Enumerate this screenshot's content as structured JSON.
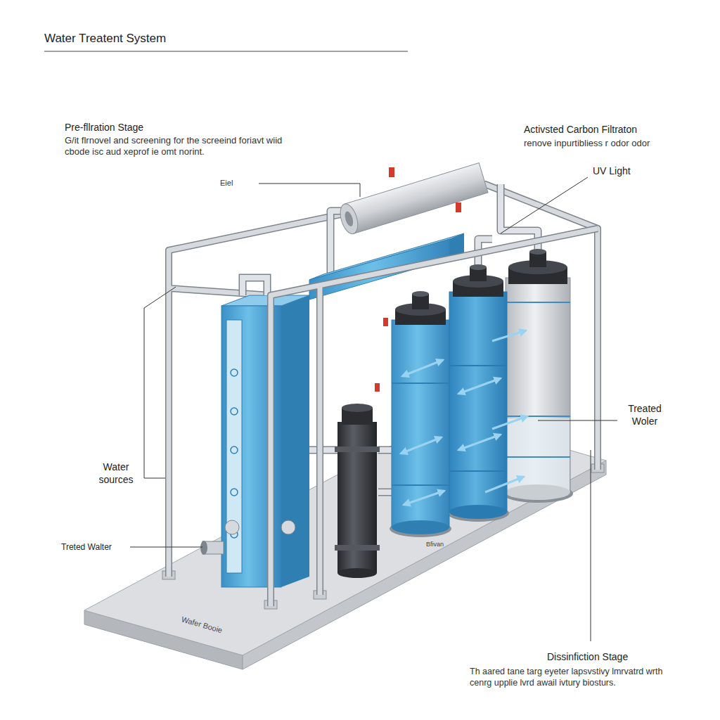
{
  "diagram": {
    "title": "Water Treatent System",
    "labels": [
      "Pre-fllration Stage",
      "G/it flrnovel and screening for the screeind foriavt wiid cbode isc aud xeprof ie omt norint.",
      "Activsted Carbon Filtraton",
      "renove inpurtibliess r odor odor",
      "UV Light",
      "Eiel",
      "Treated Woler",
      "Water sources",
      "Treted Walter",
      "Wafer Booie",
      "Bfivan",
      "Dissinfiction Stage",
      "Th aared tane targ eyeter lapsvstivy lmrvatrd wrth cenrg upplie lvrd awail ivtury biosturs."
    ]
  }
}
